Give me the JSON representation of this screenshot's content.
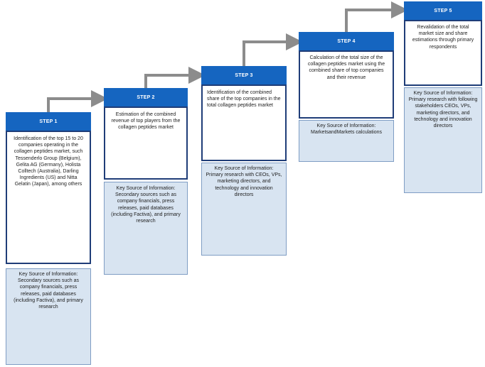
{
  "steps": [
    {
      "header": "STEP 1",
      "description": "Identification of the top 15 to 20 companies operating in the collagen peptides market, such Tessenderlo Group (Belgium), Gelita AG (Germany), Holista Colltech (Australia), Darling Ingredients (US) and Nitta Gelatin (Japan), among others",
      "source_label": "Key Source of Information:",
      "source_text": "Secondary sources such as company financials, press releases, paid databases (including Factiva), and primary research"
    },
    {
      "header": "STEP 2",
      "description": "Estimation of the combined revenue of top players from the collagen peptides market",
      "source_label": "Key Source of Information:",
      "source_text": "Secondary sources such as company financials, press releases, paid databases (including Factiva), and primary research"
    },
    {
      "header": "STEP 3",
      "description": "Identification of the combined share of the top companies in the total collagen peptides market",
      "source_label": "Key Source of Information:",
      "source_text": "Primary research with CEOs, VPs, marketing directors, and technology and innovation directors"
    },
    {
      "header": "STEP 4",
      "description": "Calculation of the total size of the collagen peptides market using the combined share of top companies and their revenue",
      "source_label": "Key Source of Information:",
      "source_text": "MarketsandMarkets calculations"
    },
    {
      "header": "STEP 5",
      "description": "Revalidation of the total market size and share estimations through primary respondents",
      "source_label": "Key Source of Information:",
      "source_text": "Primary research with following stakeholders CEOs, VPs, marketing directors, and technology and innovation directors"
    }
  ],
  "colors": {
    "header": "#1565c0",
    "box_border": "#1f3d78",
    "source_bg": "#d8e4f1",
    "arrow": "#8c8c8c"
  }
}
